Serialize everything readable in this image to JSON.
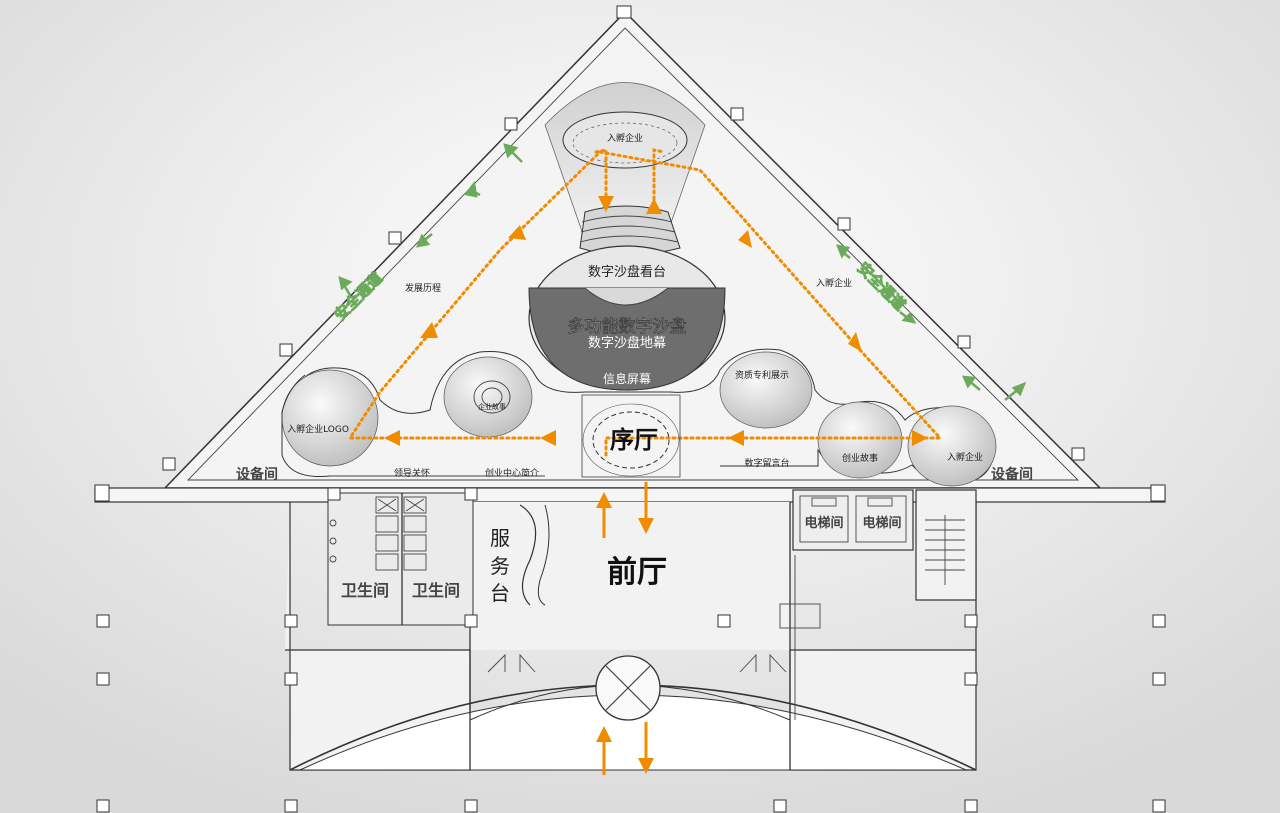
{
  "labels": {
    "incubator_top": "入孵企业",
    "incubator_right": "入孵企业",
    "incubator_bottom_right": "入孵企业",
    "incubator_logo": "入孵企业LOGO",
    "dev_history": "发展历程",
    "sandtable_stand": "数字沙盘看台",
    "multi_sandtable": "多功能数字沙盘",
    "sandtable_screen": "数字沙盘地幕",
    "info_screen": "信息屏幕",
    "patent_display": "资质专利展示",
    "startup_story": "创业故事",
    "digital_message": "数字留言台",
    "leader_care": "领导关怀",
    "center_intro": "创业中心简介",
    "small_circle": "企业故事",
    "equipment_left": "设备间",
    "equipment_right": "设备间",
    "safety_left": "安全通道",
    "safety_right": "安全通道",
    "prelude_hall": "序厅",
    "front_hall": "前厅",
    "service_desk": [
      "服",
      "务",
      "台"
    ],
    "restroom_1": "卫生间",
    "restroom_2": "卫生间",
    "elevator_1": "电梯间",
    "elevator_2": "电梯间"
  },
  "colors": {
    "flow": "#f08c00",
    "safety": "#6aaa5a",
    "background": "#e9e9e9",
    "sandtable": "#6e6e6e"
  }
}
